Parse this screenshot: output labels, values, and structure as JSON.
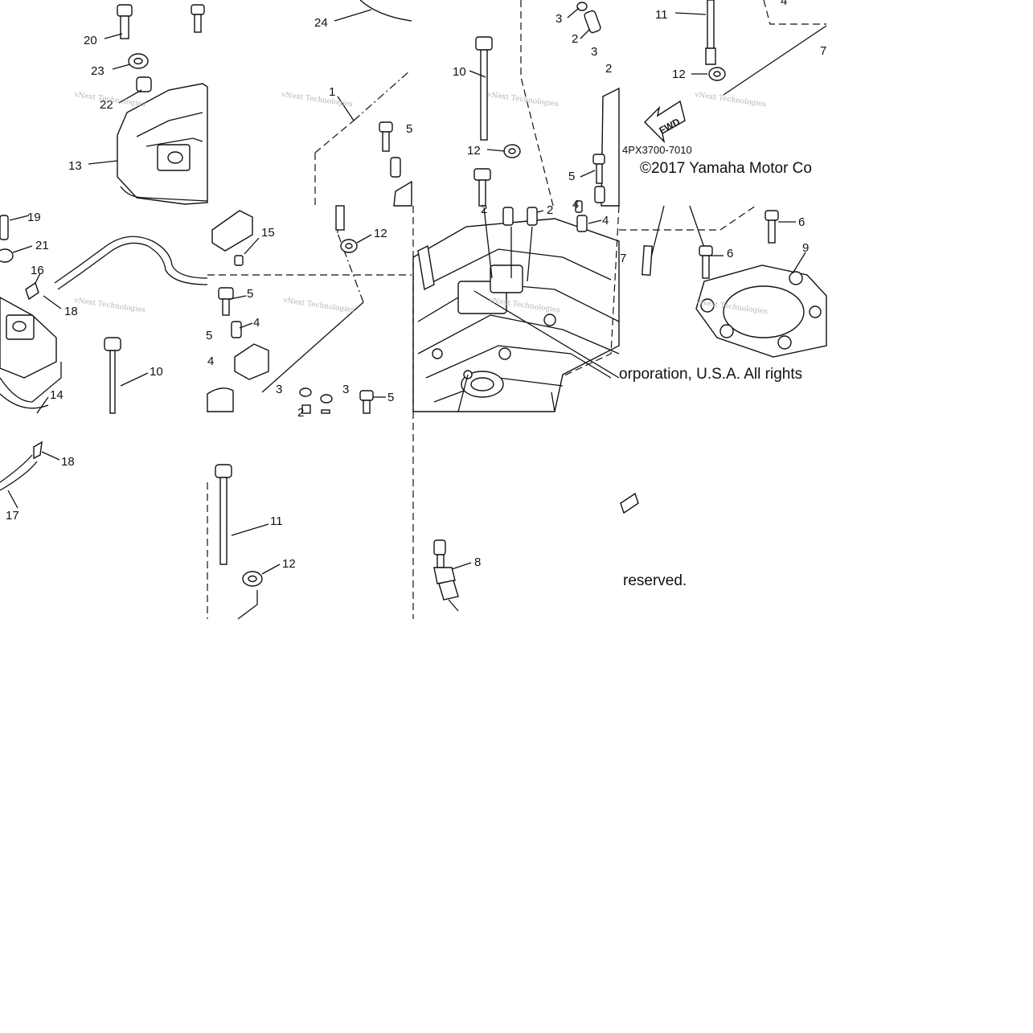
{
  "diagram": {
    "part_code": "4PX3700-7010",
    "copyright_line1": "©2017 Yamaha Motor Co",
    "copyright_line2": "orporation, U.S.A. All rights",
    "copyright_line3": "reserved.",
    "fwd_label": "FWD",
    "watermark": "vNext Technologies",
    "callouts": [
      {
        "id": "c20a",
        "text": "20"
      },
      {
        "id": "c23a",
        "text": "23"
      },
      {
        "id": "c22a",
        "text": "22"
      },
      {
        "id": "c13a",
        "text": "13"
      },
      {
        "id": "c24",
        "text": "24"
      },
      {
        "id": "c1",
        "text": "1"
      },
      {
        "id": "c5a",
        "text": "5"
      },
      {
        "id": "c10a",
        "text": "10"
      },
      {
        "id": "c12a",
        "text": "12"
      },
      {
        "id": "c3a",
        "text": "3"
      },
      {
        "id": "c2a",
        "text": "2"
      },
      {
        "id": "c3b",
        "text": "3"
      },
      {
        "id": "c2b",
        "text": "2"
      },
      {
        "id": "c11a",
        "text": "11"
      },
      {
        "id": "c12b",
        "text": "12"
      },
      {
        "id": "c4a",
        "text": "4"
      },
      {
        "id": "c7a",
        "text": "7"
      },
      {
        "id": "c5b",
        "text": "5"
      },
      {
        "id": "c19",
        "text": "19"
      },
      {
        "id": "c21",
        "text": "21"
      },
      {
        "id": "c16",
        "text": "16"
      },
      {
        "id": "c18a",
        "text": "18"
      },
      {
        "id": "c15",
        "text": "15"
      },
      {
        "id": "c12c",
        "text": "12"
      },
      {
        "id": "c5c",
        "text": "5"
      },
      {
        "id": "c4b",
        "text": "4"
      },
      {
        "id": "c2c",
        "text": "2"
      },
      {
        "id": "c2d",
        "text": "2"
      },
      {
        "id": "c4c",
        "text": "4"
      },
      {
        "id": "c6a",
        "text": "6"
      },
      {
        "id": "c7b",
        "text": "7"
      },
      {
        "id": "c6b",
        "text": "6"
      },
      {
        "id": "c9",
        "text": "9"
      },
      {
        "id": "c10b",
        "text": "10"
      },
      {
        "id": "c14a",
        "text": "14"
      },
      {
        "id": "c3c",
        "text": "3"
      },
      {
        "id": "c3d",
        "text": "3"
      },
      {
        "id": "c5d",
        "text": "5"
      },
      {
        "id": "c18b",
        "text": "18"
      },
      {
        "id": "c17",
        "text": "17"
      },
      {
        "id": "c11b",
        "text": "11"
      },
      {
        "id": "c12d",
        "text": "12"
      },
      {
        "id": "c8",
        "text": "8"
      },
      {
        "id": "c5e",
        "text": "5"
      },
      {
        "id": "c4d",
        "text": "4"
      },
      {
        "id": "c4e",
        "text": "4"
      },
      {
        "id": "c2e",
        "text": "2"
      }
    ]
  }
}
